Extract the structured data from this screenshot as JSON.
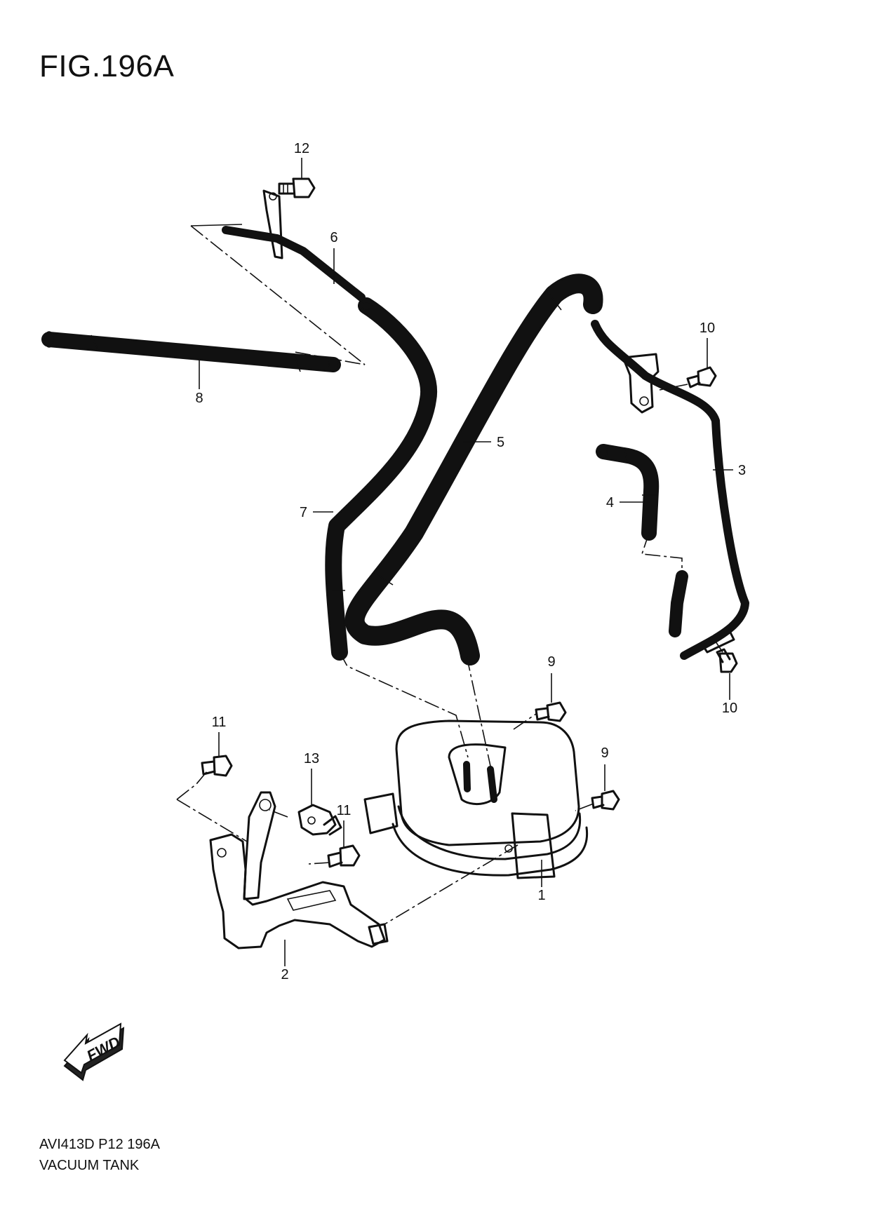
{
  "figure": {
    "title": "FIG.196A"
  },
  "footer": {
    "code": "AVI413D P12 196A",
    "name": "VACUUM TANK"
  },
  "callouts": {
    "p1": "1",
    "p2": "2",
    "p3": "3",
    "p4": "4",
    "p5": "5",
    "p6": "6",
    "p7": "7",
    "p8": "8",
    "p9a": "9",
    "p9b": "9",
    "p10a": "10",
    "p10b": "10",
    "p11a": "11",
    "p11b": "11",
    "p12": "12",
    "p13": "13"
  },
  "fwd_label": "FWD"
}
